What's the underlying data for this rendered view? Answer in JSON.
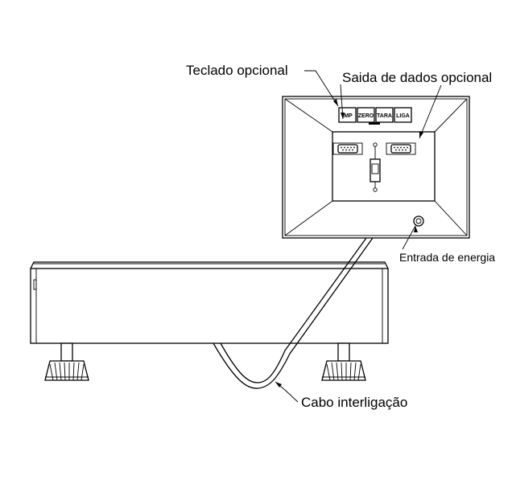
{
  "labels": {
    "keyboard": "Teclado opcional",
    "data_out": "Saida de dados opcional",
    "power_in": "Entrada de energia",
    "cable": "Cabo interligação"
  },
  "keys": [
    "IMP",
    "ZERO",
    "TARA",
    "LIGA"
  ]
}
